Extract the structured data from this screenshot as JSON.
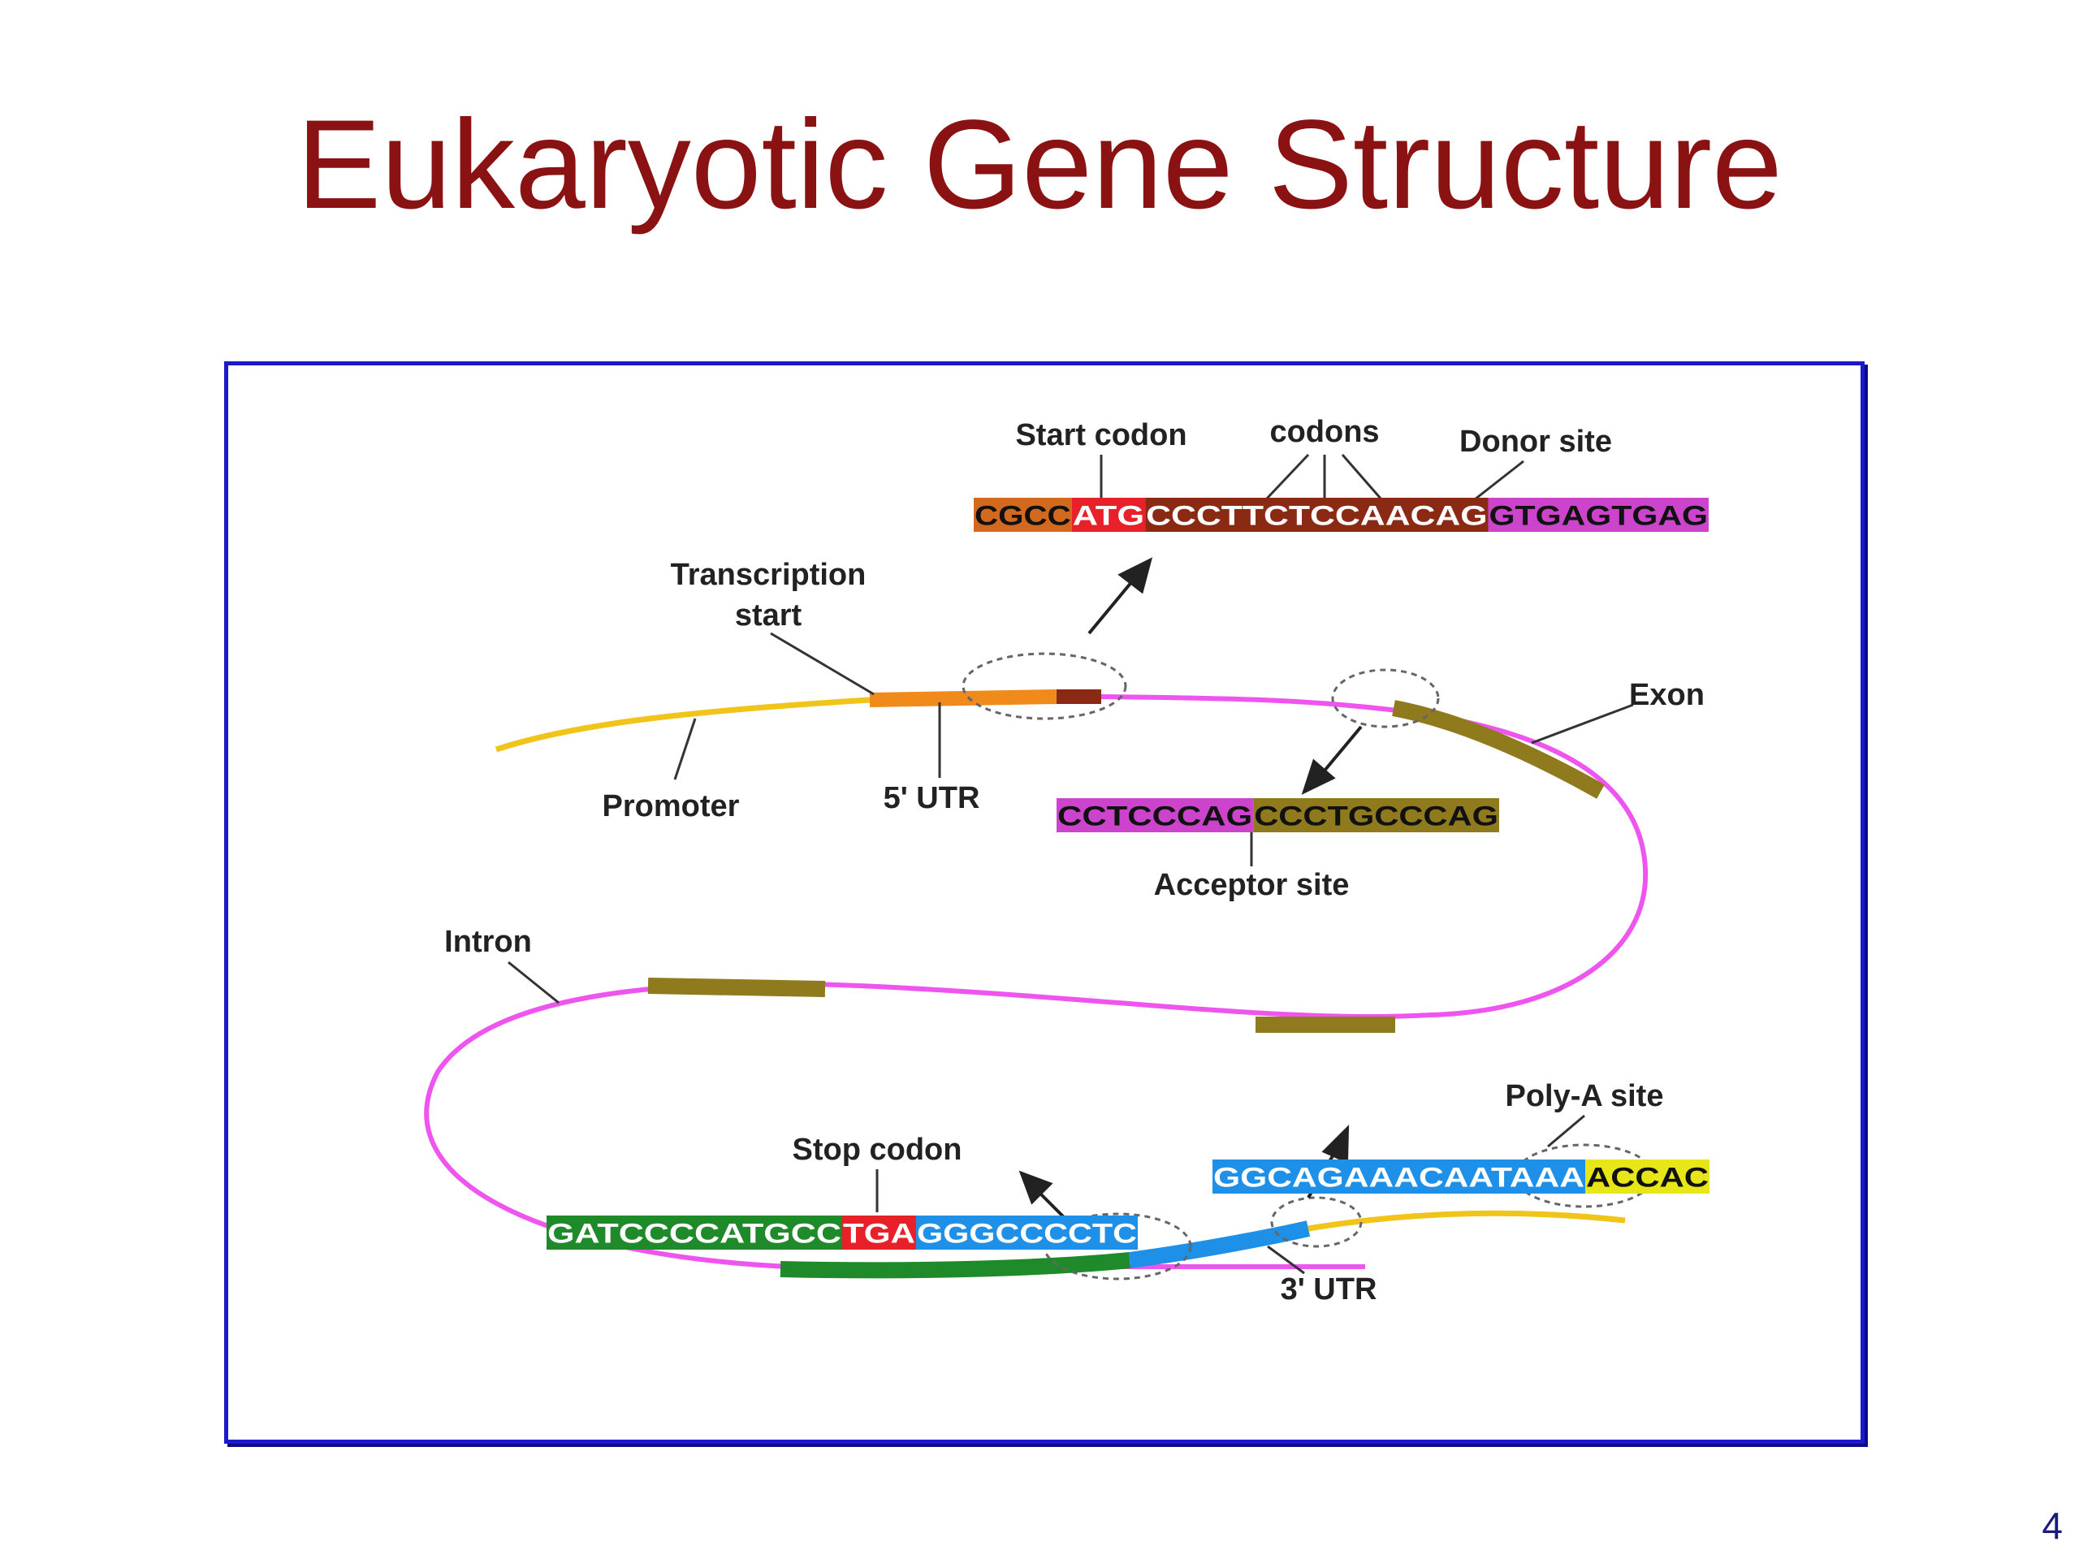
{
  "slide": {
    "title": "Eukaryotic Gene Structure",
    "page_number": "4"
  },
  "labels": {
    "start_codon": "Start codon",
    "codons": "codons",
    "donor_site": "Donor site",
    "transcription_start_line1": "Transcription",
    "transcription_start_line2": "start",
    "exon": "Exon",
    "promoter": "Promoter",
    "utr5": "5' UTR",
    "acceptor_site": "Acceptor site",
    "intron": "Intron",
    "poly_a_site": "Poly-A site",
    "stop_codon": "Stop codon",
    "utr3": "3' UTR"
  },
  "sequences": {
    "donor": [
      {
        "text": "CGCC",
        "bg": "#d2691e",
        "fg": "#111111"
      },
      {
        "text": "ATG",
        "bg": "#e8202a",
        "fg": "#ffffff"
      },
      {
        "text": "CCCTTCTCCAACAG",
        "bg": "#8b2a14",
        "fg": "#ffffff"
      },
      {
        "text": "GTGAGTGAG",
        "bg": "#cc44cc",
        "fg": "#111111"
      }
    ],
    "acceptor": [
      {
        "text": "CCTCCCAG",
        "bg": "#cc44cc",
        "fg": "#111111"
      },
      {
        "text": "CCCTGCCCAG",
        "bg": "#8f7a1e",
        "fg": "#111111"
      }
    ],
    "poly_a": [
      {
        "text": "GGCAGAAACAATAAA",
        "bg": "#1e90e8",
        "fg": "#ffffff"
      },
      {
        "text": "ACCAC",
        "bg": "#e6e619",
        "fg": "#111111"
      }
    ],
    "stop": [
      {
        "text": "GATCCCCATGCC",
        "bg": "#1e8a2a",
        "fg": "#ffffff"
      },
      {
        "text": "TGA",
        "bg": "#e8202a",
        "fg": "#ffffff"
      },
      {
        "text": "GGGCCCCTC",
        "bg": "#1e90e8",
        "fg": "#ffffff"
      }
    ]
  },
  "colors": {
    "promoter": "#f0c419",
    "utr5": "#f08a1a",
    "start": "#8b2a14",
    "intron": "#ee55ee",
    "exon": "#8f7a1e",
    "coding_end": "#1e8a2a",
    "utr3": "#1e90e8",
    "downstream": "#f0c419"
  }
}
